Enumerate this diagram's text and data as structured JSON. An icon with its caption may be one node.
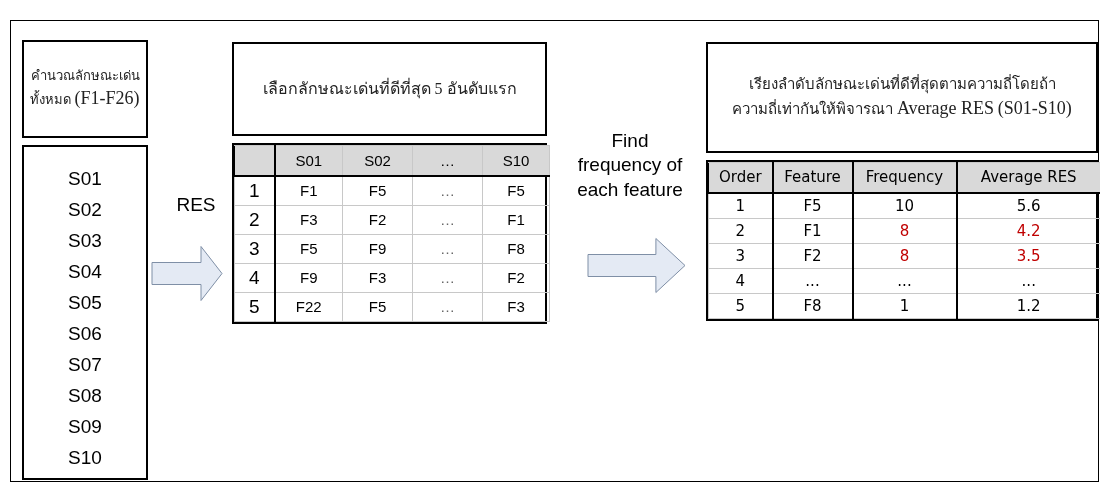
{
  "diagram": {
    "nodes": [
      {
        "text": [
          "คำนวณลักษณะเด่นทั้งหมด (F1-F26)"
        ]
      },
      {
        "text": [
          "S01",
          "S02",
          "S03",
          "S04",
          "S05",
          "S06",
          "S07",
          "S08",
          "S09",
          "S10"
        ]
      },
      {
        "text": [
          "เลือกลักษณะเด่นที่ดีที่สุด 5 อันดับแรก"
        ]
      },
      {
        "text": [
          "S01",
          "S02",
          "…",
          "S10",
          "1",
          "F1",
          "F5",
          "…",
          "F5",
          "2",
          "F3",
          "F2",
          "…",
          "F1",
          "3",
          "F5",
          "F9",
          "…",
          "F8",
          "4",
          "F9",
          "F3",
          "…",
          "F2",
          "5",
          "F22",
          "F5",
          "…",
          "F3"
        ]
      },
      {
        "text": [
          "เรียงลำดับลักษณะเด่นที่ดีที่สุดตามความถี่โดยถ้าความถี่เท่ากันให้พิจารณา Average RES (S01-S10)"
        ]
      },
      {
        "text": [
          "Order",
          "Feature",
          "Frequency",
          "Average RES",
          "1",
          "F5",
          "10",
          "5.6",
          "2",
          "F1",
          "8",
          "4.2",
          "3",
          "F2",
          "8",
          "3.5",
          "4",
          "...",
          "...",
          "...",
          "5",
          "F8",
          "1",
          "1.2"
        ]
      }
    ],
    "edges": [
      {
        "from": 1,
        "to": 3,
        "arrow": "to",
        "label": "RES",
        "style": "thick"
      },
      {
        "from": 3,
        "to": 5,
        "arrow": "to",
        "label": "Find frequency of each feature",
        "style": "thick"
      }
    ]
  }
}
